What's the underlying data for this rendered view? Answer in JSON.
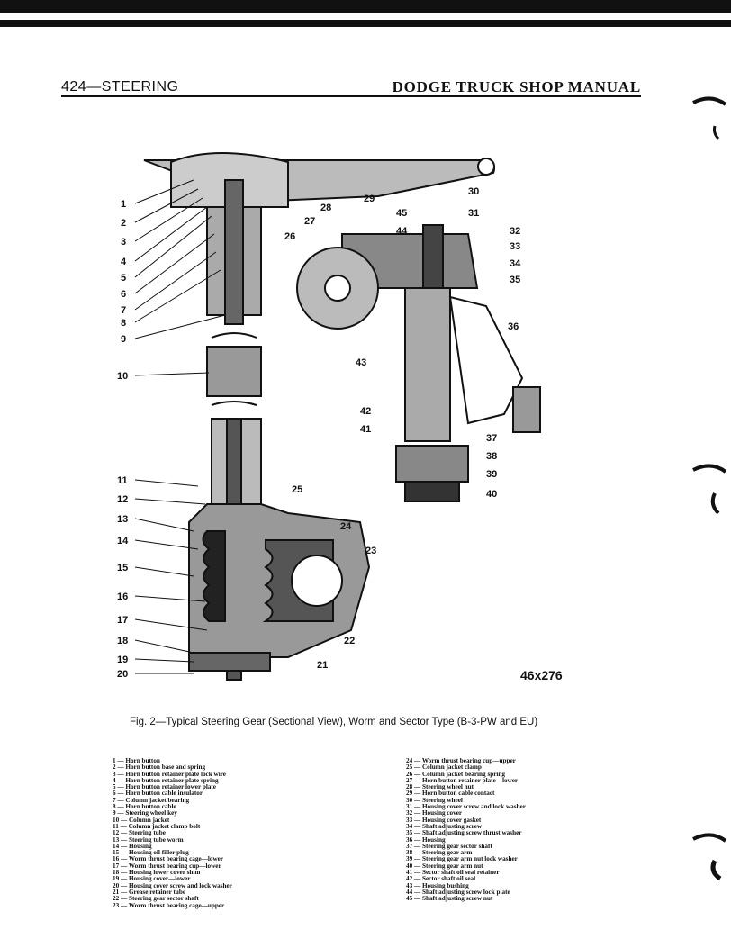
{
  "header": {
    "left": "424—STEERING",
    "right": "DODGE TRUCK SHOP MANUAL"
  },
  "figure": {
    "code": "46x276",
    "caption": "Fig. 2—Typical Steering Gear (Sectional View), Worm and Sector Type (B-3-PW and EU)",
    "callouts": [
      "1",
      "2",
      "3",
      "4",
      "5",
      "6",
      "7",
      "8",
      "9",
      "10",
      "11",
      "12",
      "13",
      "14",
      "15",
      "16",
      "17",
      "18",
      "19",
      "20",
      "21",
      "22",
      "23",
      "24",
      "25",
      "26",
      "27",
      "28",
      "29",
      "30",
      "31",
      "32",
      "33",
      "34",
      "35",
      "36",
      "37",
      "38",
      "39",
      "40",
      "41",
      "42",
      "43",
      "44",
      "45"
    ]
  },
  "legend": {
    "col1": [
      "1 — Horn button",
      "2 — Horn button base and spring",
      "3 — Horn button retainer plate lock wire",
      "4 — Horn button retainer plate spring",
      "5 — Horn button retainer lower plate",
      "6 — Horn button cable insulator",
      "7 — Column jacket bearing",
      "8 — Horn button cable",
      "9 — Steering wheel key",
      "10 — Column jacket",
      "11 — Column jacket clamp bolt",
      "12 — Steering tube",
      "13 — Steering tube worm",
      "14 — Housing",
      "15 — Housing oil filler plug",
      "16 — Worm thrust bearing cage—lower",
      "17 — Worm thrust bearing cup—lower",
      "18 — Housing lower cover shim",
      "19 — Housing cover—lower",
      "20 — Housing cover screw and lock washer",
      "21 — Grease retainer tube",
      "22 — Steering gear sector shaft",
      "23 — Worm thrust bearing cage—upper"
    ],
    "col2": [
      "24 — Worm thrust bearing cup—upper",
      "25 — Column jacket clamp",
      "26 — Column jacket bearing spring",
      "27 — Horn button retainer plate—lower",
      "28 — Steering wheel nut",
      "29 — Horn button cable contact",
      "30 — Steering wheel",
      "31 — Housing cover screw and lock washer",
      "32 — Housing cover",
      "33 — Housing cover gasket",
      "34 — Shaft adjusting screw",
      "35 — Shaft adjusting screw thrust washer",
      "36 — Housing",
      "37 — Steering gear sector shaft",
      "38 — Steering gear arm",
      "39 — Steering gear arm nut lock washer",
      "40 — Steering gear arm nut",
      "41 — Sector shaft oil seal retainer",
      "42 — Sector shaft oil seal",
      "43 — Housing bushing",
      "44 — Shaft adjusting screw lock plate",
      "45 — Shaft adjusting screw nut"
    ]
  }
}
